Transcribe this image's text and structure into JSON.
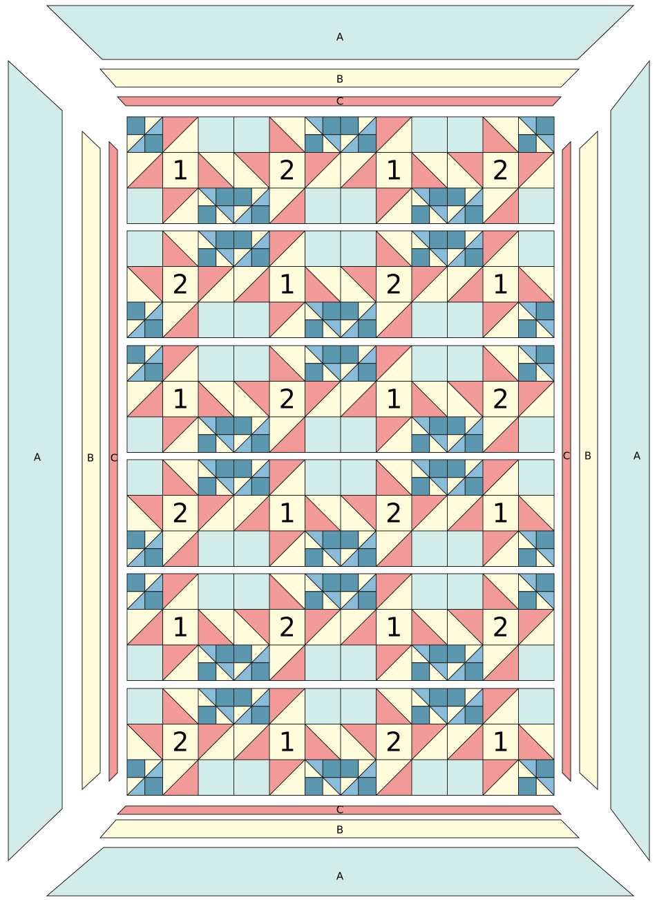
{
  "colors": {
    "border_a": "#d2ecea",
    "border_b": "#fffcdc",
    "border_c": "#f19a97",
    "light_aqua": "#d2ecea",
    "cream": "#fffcdc",
    "pink": "#f19a97",
    "teal": "#5b97af",
    "sky_blue": "#89bcd8",
    "outline": "#1a1a1a"
  },
  "borders": {
    "a_label": "A",
    "b_label": "B",
    "c_label": "C"
  },
  "quilt": {
    "block_labels": {
      "type1": "1",
      "type2": "2"
    },
    "rows": [
      [
        "1",
        "2",
        "1",
        "2"
      ],
      [
        "2",
        "1",
        "2",
        "1"
      ],
      [
        "1",
        "2",
        "1",
        "2"
      ],
      [
        "2",
        "1",
        "2",
        "1"
      ],
      [
        "1",
        "2",
        "1",
        "2"
      ],
      [
        "2",
        "1",
        "2",
        "1"
      ]
    ]
  }
}
